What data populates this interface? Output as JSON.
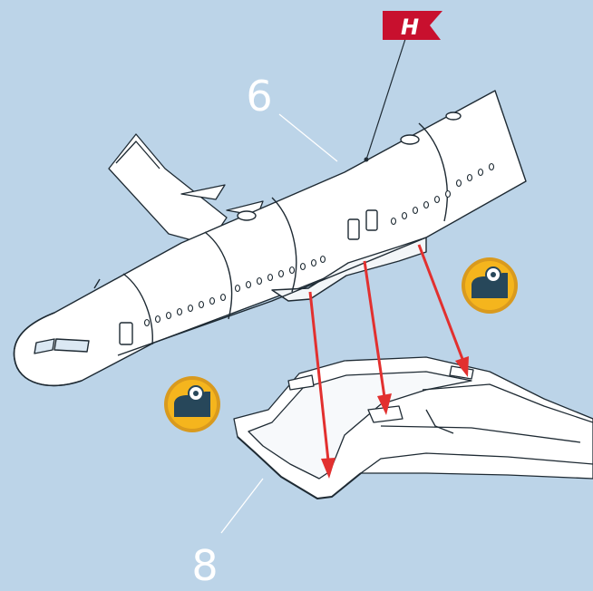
{
  "colors": {
    "background": "#bcd4e8",
    "outline": "#1e2a33",
    "part_fill": "#ffffff",
    "arrow": "#e2302f",
    "flag": "#c8102e",
    "badge_ring": "#d99a1e",
    "badge_fill": "#f5b51d",
    "tape_body": "#27475a"
  },
  "labels": {
    "fuselage_part": "6",
    "wing_part": "8",
    "flag_letter": "H"
  },
  "icons": [
    "tape-dispenser-icon",
    "tape-dispenser-icon",
    "flag-icon"
  ]
}
